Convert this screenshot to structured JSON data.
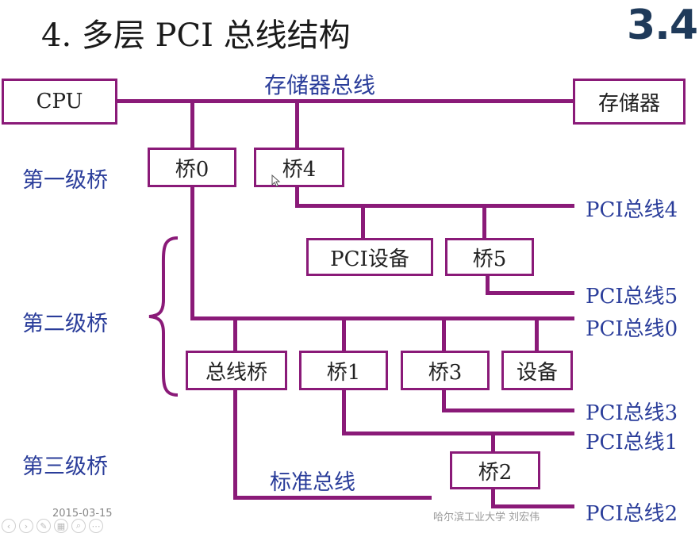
{
  "title": "4. 多层 PCI 总线结构",
  "section_number": "3.4",
  "levels": {
    "first": "第一级桥",
    "second": "第二级桥",
    "third": "第三级桥"
  },
  "buses": {
    "memory_bus": "存储器总线",
    "pci4": "PCI总线4",
    "pci5": "PCI总线5",
    "pci0": "PCI总线0",
    "pci3": "PCI总线3",
    "pci1": "PCI总线1",
    "pci2": "PCI总线2",
    "standard_bus": "标准总线"
  },
  "nodes": {
    "cpu": "CPU",
    "memory": "存储器",
    "bridge0": "桥0",
    "bridge4": "桥4",
    "pci_device": "PCI设备",
    "bridge5": "桥5",
    "bus_bridge": "总线桥",
    "bridge1": "桥1",
    "bridge3": "桥3",
    "device": "设备",
    "bridge2": "桥2"
  },
  "footer": {
    "date": "2015-03-15",
    "author": "哈尔滨工业大学  刘宏伟"
  },
  "colors": {
    "line": "#8a1a78",
    "label": "#2a3d9a",
    "badge": "#1f3a5a"
  },
  "nav_icons": [
    "back-icon",
    "forward-icon",
    "pen-icon",
    "grid-icon",
    "zoom-icon",
    "more-icon"
  ]
}
